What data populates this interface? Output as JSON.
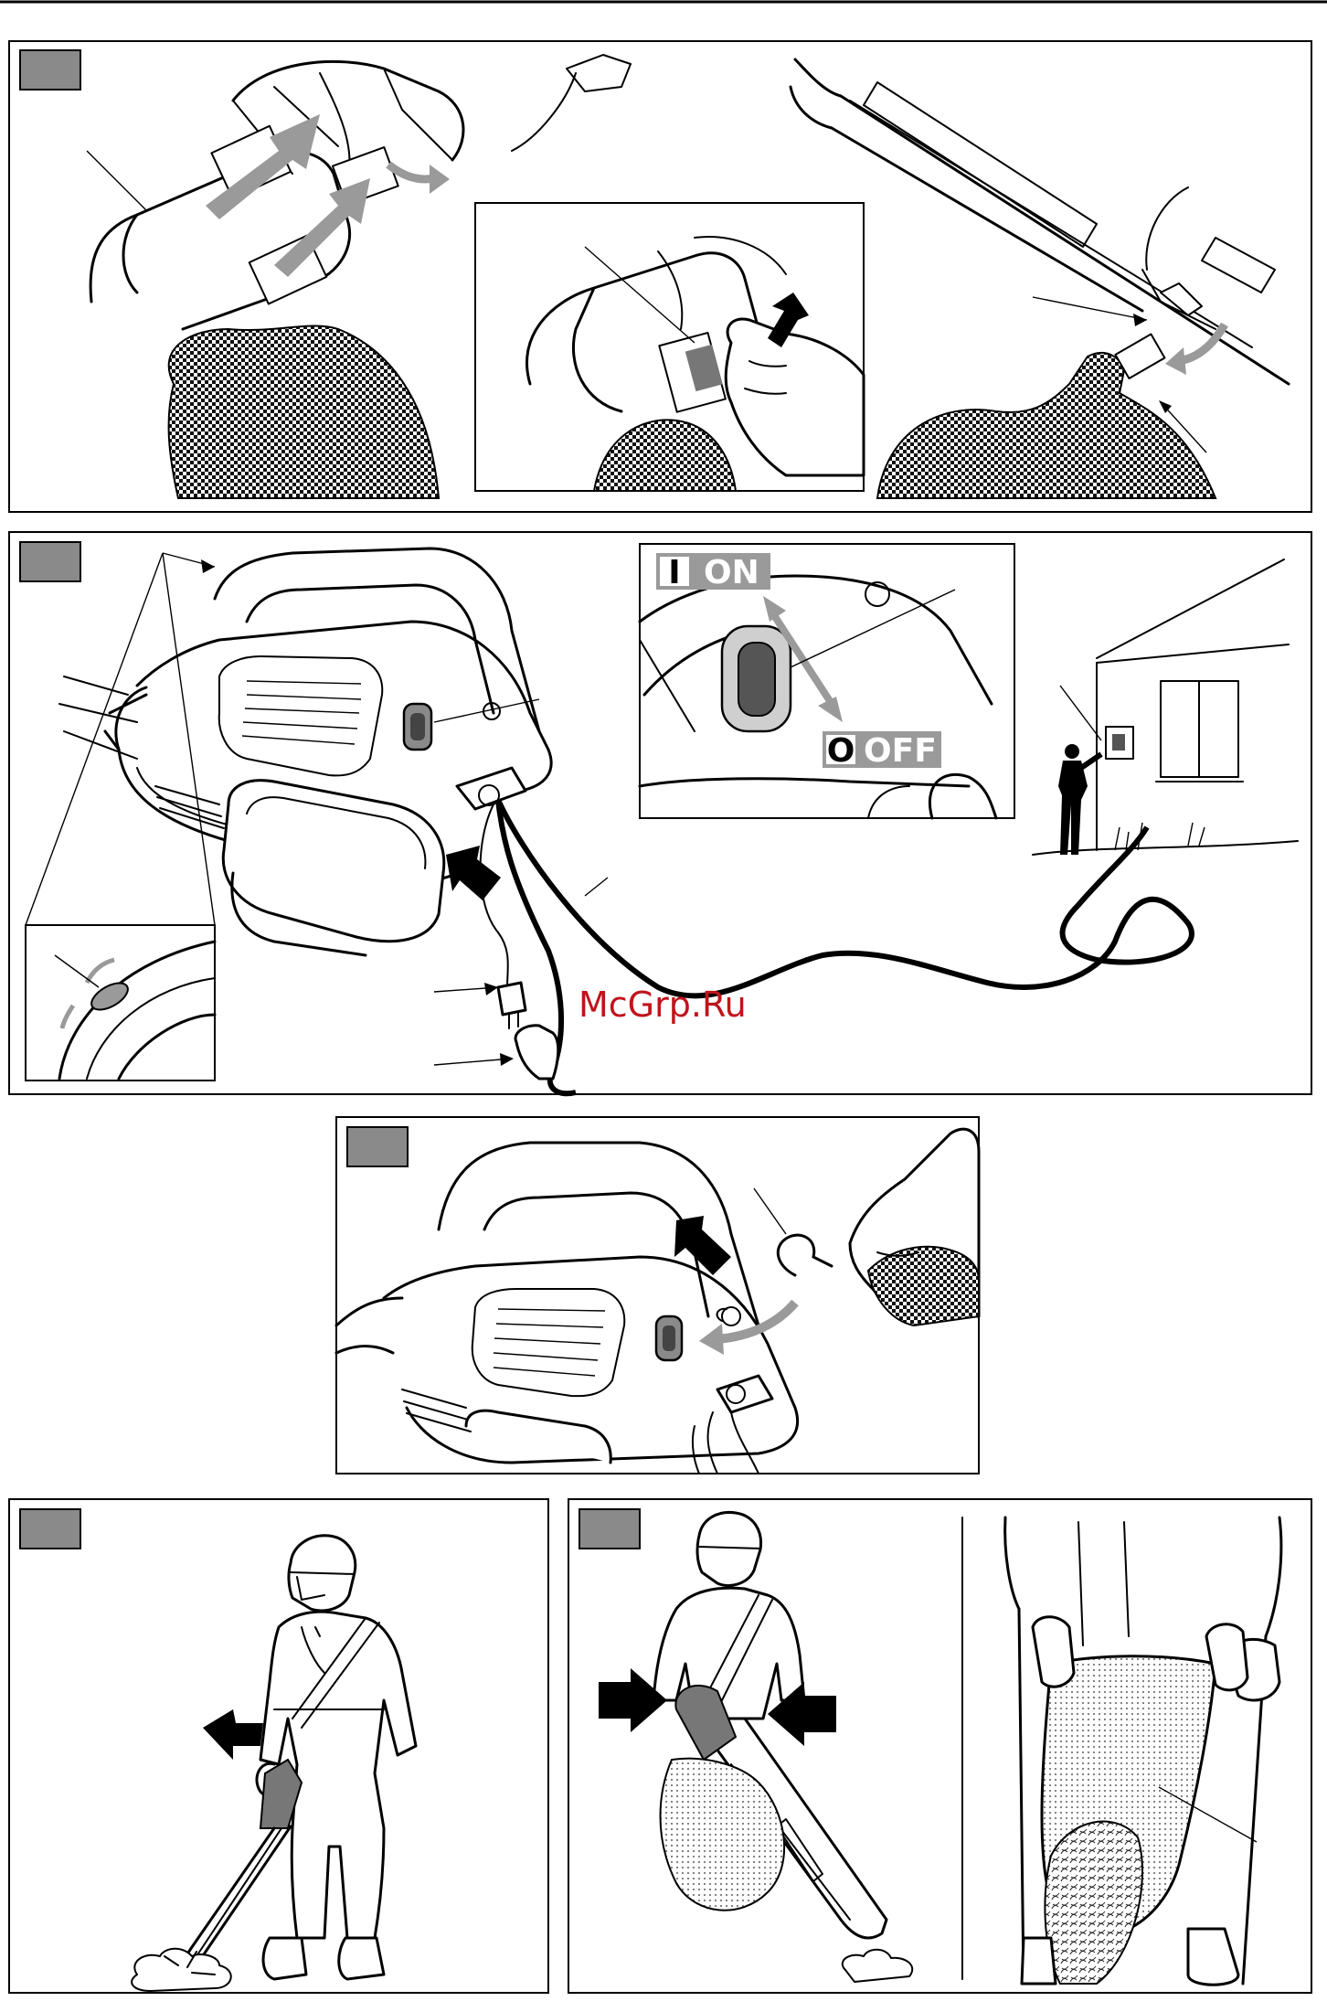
{
  "switch_labels": {
    "on_symbol": "I",
    "on": "ON",
    "off_symbol": "O",
    "off": "OFF"
  },
  "watermark": "McGrp.Ru",
  "colors": {
    "badge": "#8a8a8a",
    "arrow": "#9a9a9a",
    "watermark": "#c0141b"
  },
  "icons": [
    "arrow-icon",
    "hand-icon",
    "plug-icon",
    "switch-icon",
    "house-icon",
    "person-icon",
    "helmet-icon"
  ]
}
